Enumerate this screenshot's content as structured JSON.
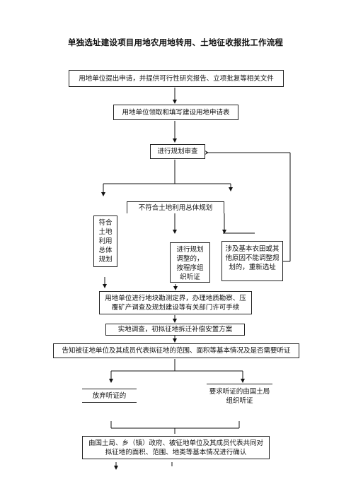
{
  "title": "单独选址建设项目用地农用地转用、土地征收报批工作流程",
  "steps": {
    "apply_submit": "用地单位提出申请，并提供可行性研究报告、立项批复等相关文件",
    "apply_form": "用地单位领取和填写建设用地申请表",
    "plan_review": "进行规划审查",
    "not_conform": "不符合土地利用总体规划",
    "conform": "符合土地利用总体规划",
    "plan_adjust": "进行规划调整的，按程序组织听证",
    "basic_farmland": "涉及基本农田或其他原因不能调整规划的，重新选址",
    "survey": "用地单位进行地块勘测定界，办理地质勘察、压覆矿产调查及规划建设等有关部门许可手续",
    "field_investigation": "实地调查，初拟征地拆迁补偿安置方案",
    "notify": "告知被征地单位及其成员代表拟征地的范围、面积等基本情况及是否需要听证",
    "waive_hearing": "放弃听证的",
    "request_hearing": "要求听证的由国土局组织听证",
    "confirm": "由国土局、乡（镇）政府、被征地单位及其成员代表共同对拟征地的面积、范围、地类等基本情况进行确认"
  }
}
